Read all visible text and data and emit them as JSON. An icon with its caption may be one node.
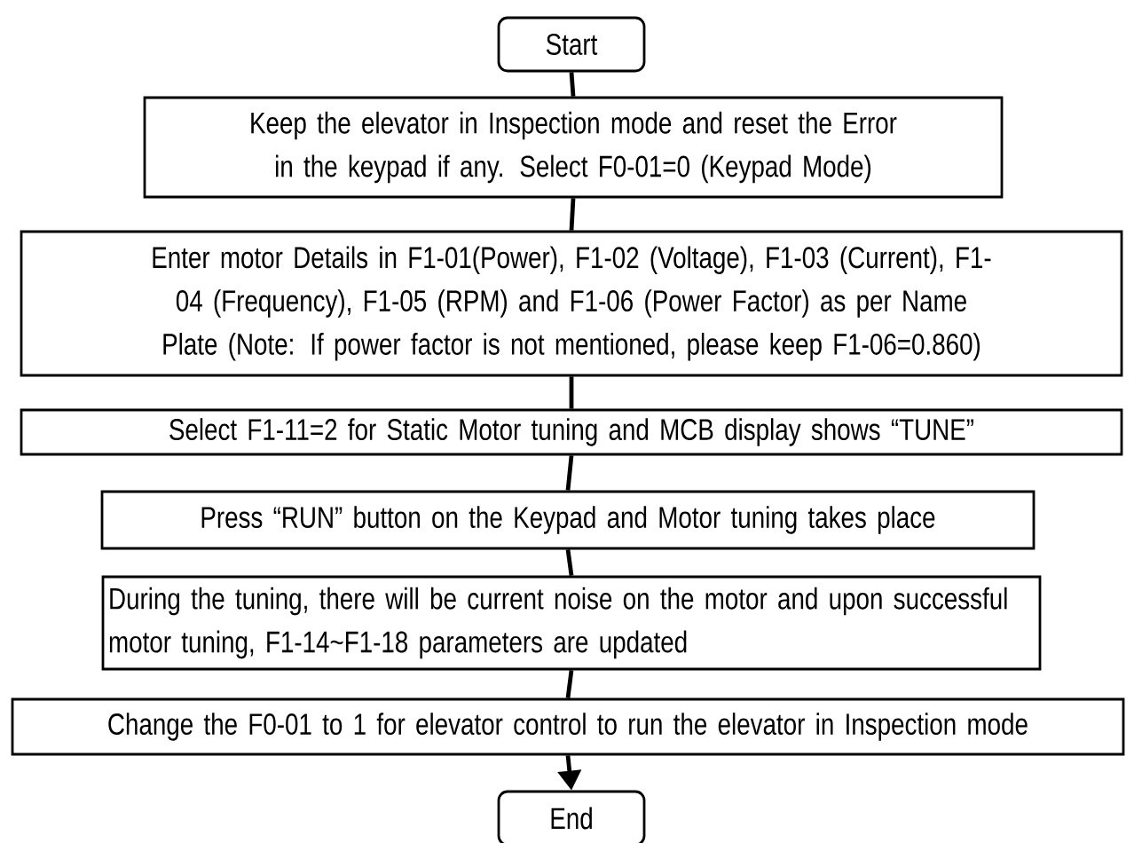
{
  "diagram": {
    "nodes": [
      {
        "text": [
          "Start"
        ]
      },
      {
        "text": [
          "Keep the elevator in Inspection mode and reset the Error in the keypad if any. Select F0-01=0 (Keypad Mode)"
        ]
      },
      {
        "text": [
          "Enter motor Details in F1-01(Power), F1-02 (Voltage), F1-03 (Current), F1-04 (Frequency), F1-05 (RPM) and F1-06 (Power Factor) as per Name Plate (Note: If power factor is not mentioned, please keep F1-06=0.860)"
        ]
      },
      {
        "text": [
          "Select F1-11=2 for Static Motor tuning and MCB display shows “TUNE”"
        ]
      },
      {
        "text": [
          "Press “RUN” button on the Keypad and Motor tuning takes place"
        ]
      },
      {
        "text": [
          "During the tuning, there will be current noise on the motor and upon successful motor tuning, F1-14~F1-18 parameters are updated"
        ]
      },
      {
        "text": [
          "Change the F0-01 to 1 for elevator control to run the elevator in Inspection mode"
        ]
      },
      {
        "text": [
          "End"
        ]
      }
    ],
    "edges": [
      {
        "from": 0,
        "to": 1,
        "arrow": "none"
      },
      {
        "from": 1,
        "to": 2,
        "arrow": "none"
      },
      {
        "from": 2,
        "to": 3,
        "arrow": "none"
      },
      {
        "from": 3,
        "to": 4,
        "arrow": "none"
      },
      {
        "from": 4,
        "to": 5,
        "arrow": "none"
      },
      {
        "from": 5,
        "to": 6,
        "arrow": "none"
      },
      {
        "from": 6,
        "to": 7,
        "arrow": "to"
      }
    ]
  }
}
